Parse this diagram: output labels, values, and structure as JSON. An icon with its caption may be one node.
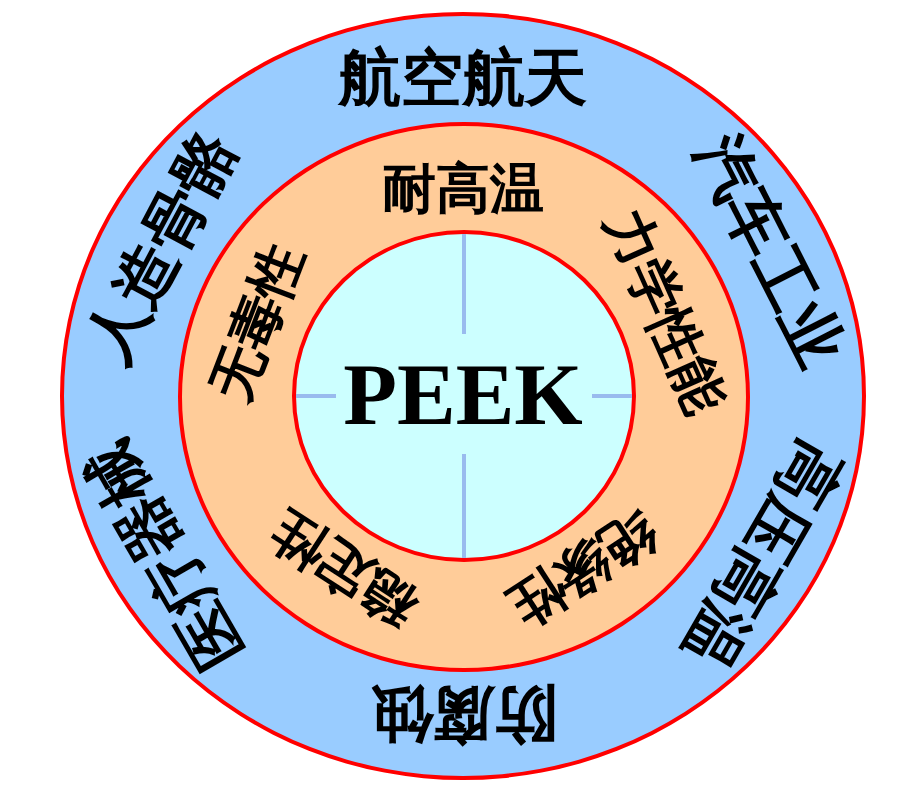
{
  "diagram": {
    "nodes": [
      {
        "text": [
          "航空航天",
          "汽车工业",
          "高压高温",
          "防腐蚀",
          "医疗器械",
          "人造骨骼"
        ]
      },
      {
        "text": [
          "耐高温",
          "力学性能",
          "绝缘性",
          "稳定性",
          "无毒性"
        ],
        "in": 0
      },
      {
        "text": [
          "PEEK"
        ],
        "in": 1
      }
    ]
  }
}
